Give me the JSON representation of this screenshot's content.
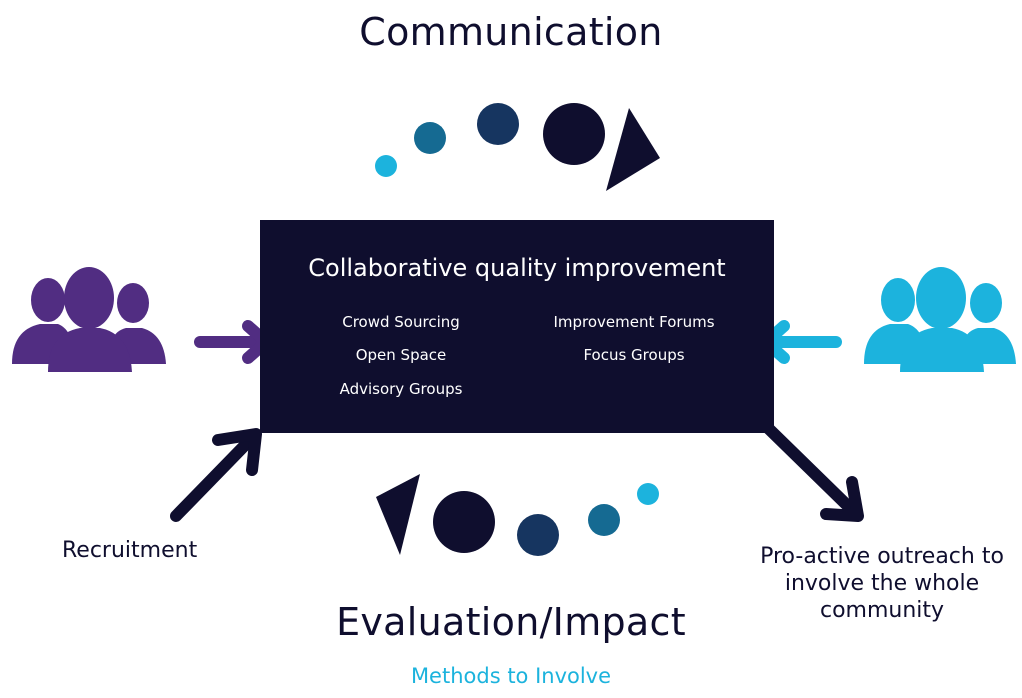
{
  "top_title": "Communication",
  "center_box": {
    "title": "Collaborative quality improvement",
    "methods_left": [
      "Crowd Sourcing",
      "Open Space",
      "Advisory Groups"
    ],
    "methods_right": [
      "Improvement Forums",
      "Focus Groups"
    ]
  },
  "recruitment_label": "Recruitment",
  "outreach_label": "Pro-active outreach to involve the whole community",
  "bottom_title": "Evaluation/Impact",
  "caption": "Methods to Involve",
  "colors": {
    "dark_navy": "#0f0e2e",
    "box": "#0f0e2e",
    "purple": "#512d82",
    "cyan": "#1cb3dd",
    "teal": "#156a92",
    "mid_navy": "#163560"
  },
  "icons": {
    "left_group": "people-group-icon",
    "right_group": "people-group-icon"
  }
}
